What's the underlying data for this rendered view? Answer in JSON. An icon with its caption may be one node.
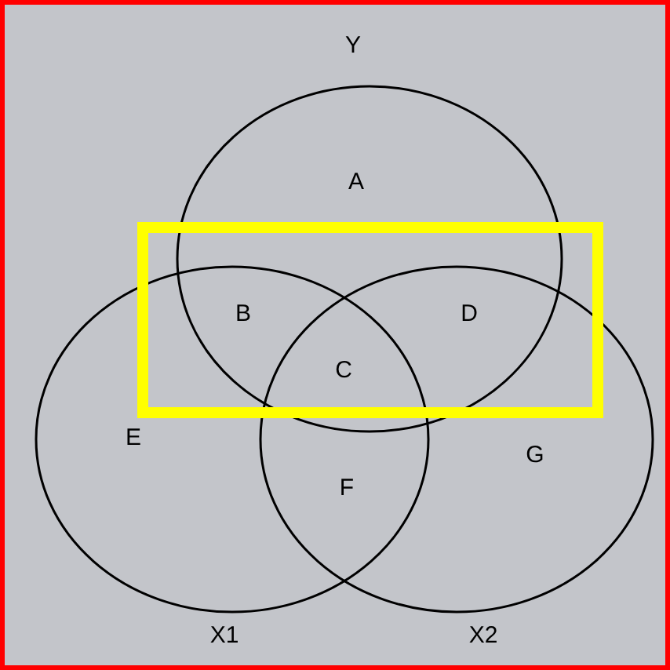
{
  "diagram": {
    "nodes": [
      {
        "text": [
          "Y"
        ]
      },
      {
        "text": [
          "X1"
        ]
      },
      {
        "text": [
          "X2"
        ]
      }
    ],
    "labels": [
      "A",
      "B",
      "D",
      "C",
      "E",
      "G",
      "F"
    ]
  }
}
